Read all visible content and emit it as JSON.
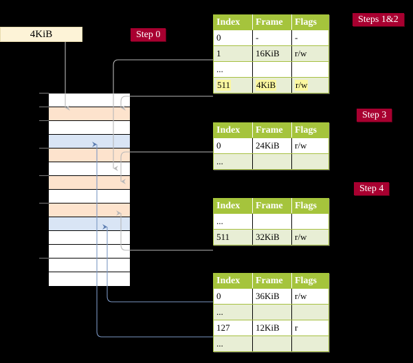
{
  "diagram": {
    "title_source_box": "4KiB",
    "badges": [
      {
        "name": "step-0",
        "label": "Step 0"
      },
      {
        "name": "steps-1-2",
        "label": "Steps 1&2"
      },
      {
        "name": "step-3",
        "label": "Step 3"
      },
      {
        "name": "step-4",
        "label": "Step 4"
      }
    ],
    "accent_colors": {
      "badge_bg": "#a80030",
      "badge_text": "#ffffff",
      "table_header_bg": "#a5c43c",
      "table_alt_row_bg": "#e8eed5",
      "highlight_bg": "#fbf7a0",
      "source_box_bg": "#fdf3d7",
      "mem_row_orange": "#fde3cd",
      "mem_row_blue": "#d9e5f5",
      "gray_wire": "#b0b0b0",
      "blue_wire": "#7b97c4"
    },
    "columns": [
      "Index",
      "Frame",
      "Flags"
    ],
    "tables": [
      {
        "name": "page-table-level-1",
        "rows": [
          {
            "index": "0",
            "frame": "-",
            "flags": "-",
            "style": "plain",
            "highlight": false
          },
          {
            "index": "1",
            "frame": "16KiB",
            "flags": "r/w",
            "style": "alt",
            "highlight": false
          },
          {
            "index": "...",
            "frame": "",
            "flags": "",
            "style": "plain",
            "highlight": false
          },
          {
            "index": "511",
            "frame": "4KiB",
            "flags": "r/w",
            "style": "alt",
            "highlight": true
          }
        ]
      },
      {
        "name": "page-table-level-2",
        "rows": [
          {
            "index": "0",
            "frame": "24KiB",
            "flags": "r/w",
            "style": "plain",
            "highlight": false
          },
          {
            "index": "...",
            "frame": "",
            "flags": "",
            "style": "alt",
            "highlight": false
          }
        ]
      },
      {
        "name": "page-table-level-3",
        "rows": [
          {
            "index": "...",
            "frame": "",
            "flags": "",
            "style": "plain",
            "highlight": false
          },
          {
            "index": "511",
            "frame": "32KiB",
            "flags": "r/w",
            "style": "alt",
            "highlight": false
          }
        ]
      },
      {
        "name": "page-table-level-4",
        "rows": [
          {
            "index": "0",
            "frame": "36KiB",
            "flags": "r/w",
            "style": "plain",
            "highlight": false
          },
          {
            "index": "...",
            "frame": "",
            "flags": "",
            "style": "alt",
            "highlight": false
          },
          {
            "index": "127",
            "frame": "12KiB",
            "flags": "r",
            "style": "plain",
            "highlight": false
          },
          {
            "index": "...",
            "frame": "",
            "flags": "",
            "style": "alt",
            "highlight": false
          }
        ]
      }
    ],
    "memory_column": {
      "name": "physical-memory-frames",
      "rows": [
        {
          "fill": "white"
        },
        {
          "fill": "orange"
        },
        {
          "fill": "white"
        },
        {
          "fill": "blue"
        },
        {
          "fill": "orange"
        },
        {
          "fill": "white"
        },
        {
          "fill": "orange"
        },
        {
          "fill": "white"
        },
        {
          "fill": "orange"
        },
        {
          "fill": "blue"
        },
        {
          "fill": "white"
        },
        {
          "fill": "white"
        },
        {
          "fill": "white"
        },
        {
          "fill": "white"
        }
      ],
      "tick_rows": [
        0,
        1,
        2,
        4,
        6,
        8,
        12
      ]
    }
  }
}
